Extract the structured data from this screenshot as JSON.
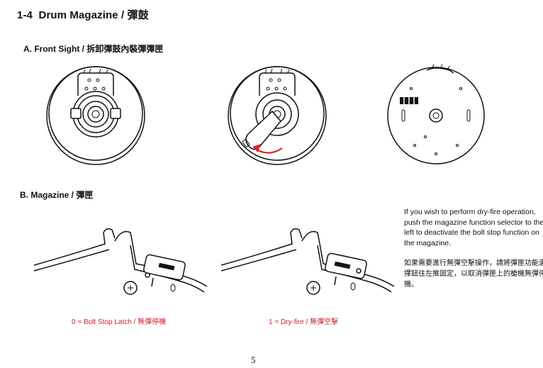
{
  "section": {
    "number": "1-4",
    "title": "Drum Magazine / 彈鼓"
  },
  "front_sight": {
    "label": "A.  Front Sight / 拆卸彈鼓內裝彈彈匣"
  },
  "magazine": {
    "label": "B.  Magazine / 彈匣"
  },
  "captions": {
    "state_0": "0 = Bolt Stop Latch / 無彈停機",
    "state_1": "1 = Dry-fire / 無彈空擊"
  },
  "note": {
    "english": "If you wish to perform dry-fire operation, push the magazine function selector to the left to deactivate the bolt stop function on the magazine.",
    "chinese": "如果需要進行無彈空擊操作，請將彈匣功能選擇鈕往左推固定，以取消彈匣上的槍機無彈停機。"
  },
  "page_number": "5",
  "colors": {
    "caption_red": "#c8242b",
    "arrow_red": "#d9262c"
  }
}
